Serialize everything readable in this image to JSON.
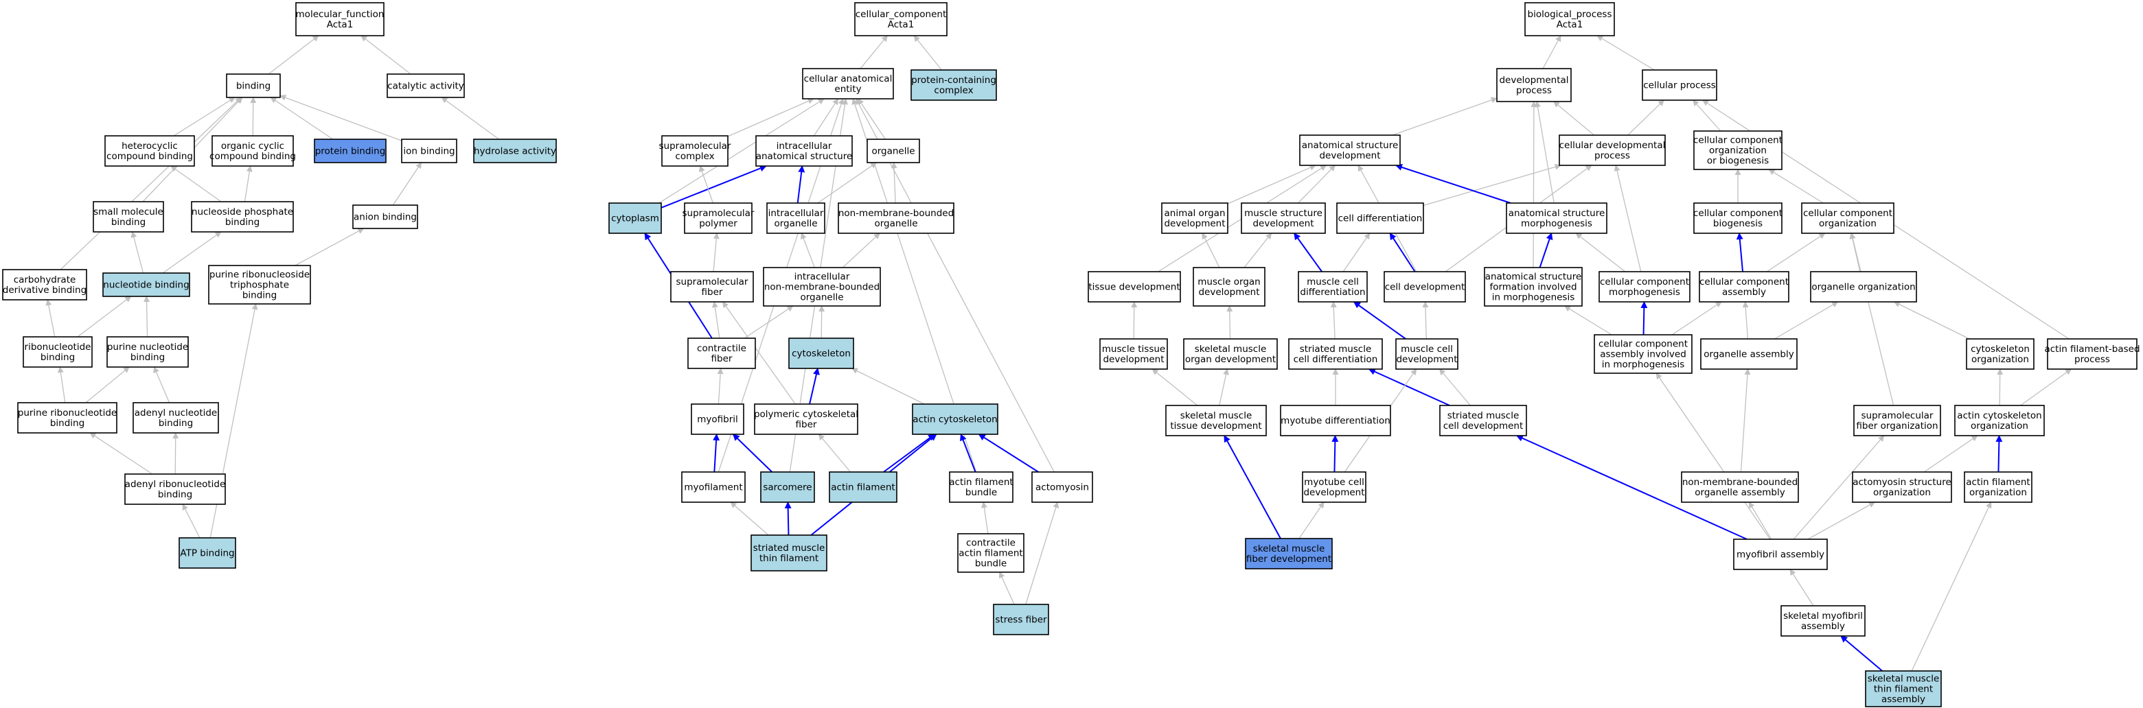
{
  "title": "",
  "colors": {
    "plain": "#ffffff",
    "light": "#add8e6",
    "strong": "#6495ed",
    "gray_edge": "#c0c0c0",
    "blue_edge": "#0000ff"
  },
  "nodes": [
    {
      "id": "mf",
      "label": "molecular_function\nActa1",
      "fill": "plain"
    },
    {
      "id": "binding",
      "label": "binding",
      "fill": "plain"
    },
    {
      "id": "catalytic",
      "label": "catalytic activity",
      "fill": "plain"
    },
    {
      "id": "hetero",
      "label": "heterocyclic\ncompound binding",
      "fill": "plain"
    },
    {
      "id": "orgcyc",
      "label": "organic cyclic\ncompound binding",
      "fill": "plain"
    },
    {
      "id": "protbind",
      "label": "protein binding",
      "fill": "strong"
    },
    {
      "id": "ionbind",
      "label": "ion binding",
      "fill": "plain"
    },
    {
      "id": "hydrolase",
      "label": "hydrolase activity",
      "fill": "light"
    },
    {
      "id": "smallmol",
      "label": "small molecule\nbinding",
      "fill": "plain"
    },
    {
      "id": "nucphos",
      "label": "nucleoside phosphate\nbinding",
      "fill": "plain"
    },
    {
      "id": "anion",
      "label": "anion binding",
      "fill": "plain"
    },
    {
      "id": "carbo",
      "label": "carbohydrate\nderivative binding",
      "fill": "plain"
    },
    {
      "id": "nucbind",
      "label": "nucleotide binding",
      "fill": "light"
    },
    {
      "id": "purtri",
      "label": "purine ribonucleoside\ntriphosphate\nbinding",
      "fill": "plain"
    },
    {
      "id": "ribonuc",
      "label": "ribonucleotide\nbinding",
      "fill": "plain"
    },
    {
      "id": "purnuc",
      "label": "purine nucleotide\nbinding",
      "fill": "plain"
    },
    {
      "id": "purribo",
      "label": "purine ribonucleotide\nbinding",
      "fill": "plain"
    },
    {
      "id": "adenyl",
      "label": "adenyl nucleotide\nbinding",
      "fill": "plain"
    },
    {
      "id": "adenylribo",
      "label": "adenyl ribonucleotide\nbinding",
      "fill": "plain"
    },
    {
      "id": "atp",
      "label": "ATP binding",
      "fill": "light"
    },
    {
      "id": "cc",
      "label": "cellular_component\nActa1",
      "fill": "plain"
    },
    {
      "id": "cae",
      "label": "cellular anatomical\nentity",
      "fill": "plain"
    },
    {
      "id": "protcomplex",
      "label": "protein-containing\ncomplex",
      "fill": "light"
    },
    {
      "id": "supcomplex",
      "label": "supramolecular\ncomplex",
      "fill": "plain"
    },
    {
      "id": "intrastruct",
      "label": "intracellular\nanatomical structure",
      "fill": "plain"
    },
    {
      "id": "organelle",
      "label": "organelle",
      "fill": "plain"
    },
    {
      "id": "cytoplasm",
      "label": "cytoplasm",
      "fill": "light"
    },
    {
      "id": "suppolymer",
      "label": "supramolecular\npolymer",
      "fill": "plain"
    },
    {
      "id": "intraorg",
      "label": "intracellular\norganelle",
      "fill": "plain"
    },
    {
      "id": "nonmemorg",
      "label": "non-membrane-bounded\norganelle",
      "fill": "plain"
    },
    {
      "id": "supfiber",
      "label": "supramolecular\nfiber",
      "fill": "plain"
    },
    {
      "id": "intranonmem",
      "label": "intracellular\nnon-membrane-bounded\norganelle",
      "fill": "plain"
    },
    {
      "id": "contractile",
      "label": "contractile\nfiber",
      "fill": "plain"
    },
    {
      "id": "cytoskeleton",
      "label": "cytoskeleton",
      "fill": "light"
    },
    {
      "id": "myofibril",
      "label": "myofibril",
      "fill": "plain"
    },
    {
      "id": "polycyto",
      "label": "polymeric cytoskeletal\nfiber",
      "fill": "plain"
    },
    {
      "id": "actincyto",
      "label": "actin cytoskeleton",
      "fill": "light"
    },
    {
      "id": "myofilament",
      "label": "myofilament",
      "fill": "plain"
    },
    {
      "id": "sarcomere",
      "label": "sarcomere",
      "fill": "light"
    },
    {
      "id": "actinfil",
      "label": "actin filament",
      "fill": "light"
    },
    {
      "id": "afbundle",
      "label": "actin filament\nbundle",
      "fill": "plain"
    },
    {
      "id": "actomyosin",
      "label": "actomyosin",
      "fill": "plain"
    },
    {
      "id": "smthin",
      "label": "striated muscle\nthin filament",
      "fill": "light"
    },
    {
      "id": "contrafb",
      "label": "contractile\nactin filament\nbundle",
      "fill": "plain"
    },
    {
      "id": "stressfiber",
      "label": "stress fiber",
      "fill": "light"
    },
    {
      "id": "bp",
      "label": "biological_process\nActa1",
      "fill": "plain"
    },
    {
      "id": "devproc",
      "label": "developmental\nprocess",
      "fill": "plain"
    },
    {
      "id": "cellproc",
      "label": "cellular process",
      "fill": "plain"
    },
    {
      "id": "asdev",
      "label": "anatomical structure\ndevelopment",
      "fill": "plain"
    },
    {
      "id": "celldevproc",
      "label": "cellular developmental\nprocess",
      "fill": "plain"
    },
    {
      "id": "ccob",
      "label": "cellular component\norganization\nor biogenesis",
      "fill": "plain"
    },
    {
      "id": "animalorg",
      "label": "animal organ\ndevelopment",
      "fill": "plain"
    },
    {
      "id": "musstructdev",
      "label": "muscle structure\ndevelopment",
      "fill": "plain"
    },
    {
      "id": "celldiff",
      "label": "cell differentiation",
      "fill": "plain"
    },
    {
      "id": "asmorph",
      "label": "anatomical structure\nmorphogenesis",
      "fill": "plain"
    },
    {
      "id": "ccbio",
      "label": "cellular component\nbiogenesis",
      "fill": "plain"
    },
    {
      "id": "ccorg",
      "label": "cellular component\norganization",
      "fill": "plain"
    },
    {
      "id": "tissuedev",
      "label": "tissue development",
      "fill": "plain"
    },
    {
      "id": "musorgandev",
      "label": "muscle organ\ndevelopment",
      "fill": "plain"
    },
    {
      "id": "muscelldiff",
      "label": "muscle cell\ndifferentiation",
      "fill": "plain"
    },
    {
      "id": "celldev",
      "label": "cell development",
      "fill": "plain"
    },
    {
      "id": "asfim",
      "label": "anatomical structure\nformation involved\nin morphogenesis",
      "fill": "plain"
    },
    {
      "id": "ccmorph",
      "label": "cellular component\nmorphogenesis",
      "fill": "plain"
    },
    {
      "id": "ccasm",
      "label": "cellular component\nassembly",
      "fill": "plain"
    },
    {
      "id": "orgorg",
      "label": "organelle organization",
      "fill": "plain"
    },
    {
      "id": "mustissuedev",
      "label": "muscle tissue\ndevelopment",
      "fill": "plain"
    },
    {
      "id": "skmorgandev",
      "label": "skeletal muscle\norgan development",
      "fill": "plain"
    },
    {
      "id": "smcelldiff",
      "label": "striated muscle\ncell differentiation",
      "fill": "plain"
    },
    {
      "id": "muscelldev",
      "label": "muscle cell\ndevelopment",
      "fill": "plain"
    },
    {
      "id": "ccasmmorph",
      "label": "cellular component\nassembly involved\nin morphogenesis",
      "fill": "plain"
    },
    {
      "id": "orgasm",
      "label": "organelle assembly",
      "fill": "plain"
    },
    {
      "id": "cytoorg",
      "label": "cytoskeleton\norganization",
      "fill": "plain"
    },
    {
      "id": "afbased",
      "label": "actin filament-based\nprocess",
      "fill": "plain"
    },
    {
      "id": "skmtissuedev",
      "label": "skeletal muscle\ntissue development",
      "fill": "plain"
    },
    {
      "id": "myotubediff",
      "label": "myotube differentiation",
      "fill": "plain"
    },
    {
      "id": "smcelldev",
      "label": "striated muscle\ncell development",
      "fill": "plain"
    },
    {
      "id": "supfiberorg",
      "label": "supramolecular\nfiber organization",
      "fill": "plain"
    },
    {
      "id": "actincytoorg",
      "label": "actin cytoskeleton\norganization",
      "fill": "plain"
    },
    {
      "id": "myotubecelldev",
      "label": "myotube cell\ndevelopment",
      "fill": "plain"
    },
    {
      "id": "nonmemasm",
      "label": "non-membrane-bounded\norganelle assembly",
      "fill": "plain"
    },
    {
      "id": "actomyoorg",
      "label": "actomyosin structure\norganization",
      "fill": "plain"
    },
    {
      "id": "aforg",
      "label": "actin filament\norganization",
      "fill": "plain"
    },
    {
      "id": "skmfiberdev",
      "label": "skeletal muscle\nfiber development",
      "fill": "strong"
    },
    {
      "id": "myofibasm",
      "label": "myofibril assembly",
      "fill": "plain"
    },
    {
      "id": "skmyofibasm",
      "label": "skeletal myofibril\nassembly",
      "fill": "plain"
    },
    {
      "id": "skmthinasm",
      "label": "skeletal muscle\nthin filament\nassembly",
      "fill": "light"
    }
  ],
  "edges": [
    [
      "binding",
      "mf",
      "gray"
    ],
    [
      "catalytic",
      "mf",
      "gray"
    ],
    [
      "hetero",
      "binding",
      "gray"
    ],
    [
      "orgcyc",
      "binding",
      "gray"
    ],
    [
      "protbind",
      "binding",
      "gray"
    ],
    [
      "ionbind",
      "binding",
      "gray"
    ],
    [
      "smallmol",
      "binding",
      "gray"
    ],
    [
      "carbo",
      "binding",
      "gray"
    ],
    [
      "hydrolase",
      "catalytic",
      "gray"
    ],
    [
      "nucphos",
      "hetero",
      "gray"
    ],
    [
      "nucphos",
      "orgcyc",
      "gray"
    ],
    [
      "anion",
      "ionbind",
      "gray"
    ],
    [
      "nucbind",
      "smallmol",
      "gray"
    ],
    [
      "nucbind",
      "nucphos",
      "gray"
    ],
    [
      "purtri",
      "anion",
      "gray"
    ],
    [
      "ribonuc",
      "nucbind",
      "gray"
    ],
    [
      "purnuc",
      "nucbind",
      "gray"
    ],
    [
      "ribonuc",
      "carbo",
      "gray"
    ],
    [
      "purribo",
      "ribonuc",
      "gray"
    ],
    [
      "purribo",
      "purnuc",
      "gray"
    ],
    [
      "adenyl",
      "purnuc",
      "gray"
    ],
    [
      "adenylribo",
      "purribo",
      "gray"
    ],
    [
      "adenylribo",
      "adenyl",
      "gray"
    ],
    [
      "atp",
      "adenylribo",
      "gray"
    ],
    [
      "atp",
      "purtri",
      "gray"
    ],
    [
      "cae",
      "cc",
      "gray"
    ],
    [
      "protcomplex",
      "cc",
      "gray"
    ],
    [
      "supcomplex",
      "cae",
      "gray"
    ],
    [
      "intrastruct",
      "cae",
      "gray"
    ],
    [
      "organelle",
      "cae",
      "gray"
    ],
    [
      "cytoplasm",
      "cae",
      "gray"
    ],
    [
      "cytoplasm",
      "intrastruct",
      "blue"
    ],
    [
      "intraorg",
      "intrastruct",
      "blue"
    ],
    [
      "intraorg",
      "organelle",
      "gray"
    ],
    [
      "nonmemorg",
      "organelle",
      "gray"
    ],
    [
      "suppolymer",
      "supcomplex",
      "gray"
    ],
    [
      "supfiber",
      "suppolymer",
      "gray"
    ],
    [
      "intranonmem",
      "intraorg",
      "gray"
    ],
    [
      "intranonmem",
      "nonmemorg",
      "gray"
    ],
    [
      "contractile",
      "supfiber",
      "gray"
    ],
    [
      "contractile",
      "intranonmem",
      "gray"
    ],
    [
      "contractile",
      "cytoplasm",
      "blue"
    ],
    [
      "cytoskeleton",
      "intranonmem",
      "gray"
    ],
    [
      "myofibril",
      "contractile",
      "gray"
    ],
    [
      "polycyto",
      "supfiber",
      "gray"
    ],
    [
      "polycyto",
      "cytoskeleton",
      "blue"
    ],
    [
      "actincyto",
      "cytoskeleton",
      "gray"
    ],
    [
      "myofilament",
      "cae",
      "gray"
    ],
    [
      "sarcomere",
      "cae",
      "gray"
    ],
    [
      "afbundle",
      "cae",
      "gray"
    ],
    [
      "actomyosin",
      "cae",
      "gray"
    ],
    [
      "myofilament",
      "myofibril",
      "blue"
    ],
    [
      "sarcomere",
      "myofibril",
      "blue"
    ],
    [
      "actinfil",
      "polycyto",
      "gray"
    ],
    [
      "actinfil",
      "actincyto",
      "blue"
    ],
    [
      "afbundle",
      "actincyto",
      "blue"
    ],
    [
      "actomyosin",
      "actincyto",
      "blue"
    ],
    [
      "smthin",
      "myofilament",
      "gray"
    ],
    [
      "smthin",
      "sarcomere",
      "blue"
    ],
    [
      "smthin",
      "actincyto",
      "blue"
    ],
    [
      "contrafb",
      "afbundle",
      "gray"
    ],
    [
      "stressfiber",
      "contrafb",
      "gray"
    ],
    [
      "stressfiber",
      "actomyosin",
      "gray"
    ],
    [
      "devproc",
      "bp",
      "gray"
    ],
    [
      "cellproc",
      "bp",
      "gray"
    ],
    [
      "asdev",
      "devproc",
      "gray"
    ],
    [
      "celldevproc",
      "devproc",
      "gray"
    ],
    [
      "celldevproc",
      "cellproc",
      "gray"
    ],
    [
      "ccob",
      "cellproc",
      "gray"
    ],
    [
      "afbased",
      "cellproc",
      "gray"
    ],
    [
      "animalorg",
      "asdev",
      "gray"
    ],
    [
      "musstructdev",
      "asdev",
      "gray"
    ],
    [
      "tissuedev",
      "asdev",
      "gray"
    ],
    [
      "celldiff",
      "celldevproc",
      "gray"
    ],
    [
      "asmorph",
      "asdev",
      "blue"
    ],
    [
      "asmorph",
      "devproc",
      "gray"
    ],
    [
      "ccbio",
      "ccob",
      "gray"
    ],
    [
      "ccorg",
      "ccob",
      "gray"
    ],
    [
      "musorgandev",
      "animalorg",
      "gray"
    ],
    [
      "musorgandev",
      "musstructdev",
      "gray"
    ],
    [
      "muscelldiff",
      "musstructdev",
      "blue"
    ],
    [
      "muscelldiff",
      "celldiff",
      "gray"
    ],
    [
      "celldev",
      "celldiff",
      "blue"
    ],
    [
      "celldev",
      "asdev",
      "gray"
    ],
    [
      "celldev",
      "celldevproc",
      "gray"
    ],
    [
      "asfim",
      "asmorph",
      "blue"
    ],
    [
      "asfim",
      "devproc",
      "gray"
    ],
    [
      "ccmorph",
      "asmorph",
      "gray"
    ],
    [
      "ccmorph",
      "celldevproc",
      "gray"
    ],
    [
      "ccasm",
      "ccbio",
      "blue"
    ],
    [
      "ccasm",
      "ccorg",
      "gray"
    ],
    [
      "orgorg",
      "ccorg",
      "gray"
    ],
    [
      "mustissuedev",
      "tissuedev",
      "gray"
    ],
    [
      "skmorgandev",
      "musorgandev",
      "gray"
    ],
    [
      "smcelldiff",
      "muscelldiff",
      "gray"
    ],
    [
      "muscelldev",
      "celldev",
      "gray"
    ],
    [
      "muscelldev",
      "muscelldiff",
      "blue"
    ],
    [
      "ccasmmorph",
      "asfim",
      "gray"
    ],
    [
      "ccasmmorph",
      "ccmorph",
      "blue"
    ],
    [
      "ccasmmorph",
      "ccasm",
      "gray"
    ],
    [
      "orgasm",
      "ccasm",
      "gray"
    ],
    [
      "orgasm",
      "orgorg",
      "gray"
    ],
    [
      "cytoorg",
      "orgorg",
      "gray"
    ],
    [
      "skmtissuedev",
      "mustissuedev",
      "gray"
    ],
    [
      "skmtissuedev",
      "skmorgandev",
      "gray"
    ],
    [
      "myotubediff",
      "smcelldiff",
      "gray"
    ],
    [
      "smcelldev",
      "muscelldev",
      "gray"
    ],
    [
      "smcelldev",
      "smcelldiff",
      "blue"
    ],
    [
      "supfiberorg",
      "ccorg",
      "gray"
    ],
    [
      "actincytoorg",
      "cytoorg",
      "gray"
    ],
    [
      "actincytoorg",
      "afbased",
      "gray"
    ],
    [
      "myotubecelldev",
      "myotubediff",
      "blue"
    ],
    [
      "myotubecelldev",
      "muscelldev",
      "gray"
    ],
    [
      "nonmemasm",
      "orgasm",
      "gray"
    ],
    [
      "actomyoorg",
      "actincytoorg",
      "gray"
    ],
    [
      "aforg",
      "actincytoorg",
      "blue"
    ],
    [
      "skmfiberdev",
      "skmtissuedev",
      "blue"
    ],
    [
      "skmfiberdev",
      "myotubecelldev",
      "gray"
    ],
    [
      "myofibasm",
      "supfiberorg",
      "gray"
    ],
    [
      "myofibasm",
      "actomyoorg",
      "gray"
    ],
    [
      "myofibasm",
      "nonmemasm",
      "gray"
    ],
    [
      "myofibasm",
      "ccasmmorph",
      "gray"
    ],
    [
      "myofibasm",
      "smcelldev",
      "blue"
    ],
    [
      "skmyofibasm",
      "myofibasm",
      "gray"
    ],
    [
      "skmthinasm",
      "skmyofibasm",
      "blue"
    ],
    [
      "skmthinasm",
      "aforg",
      "gray"
    ]
  ]
}
